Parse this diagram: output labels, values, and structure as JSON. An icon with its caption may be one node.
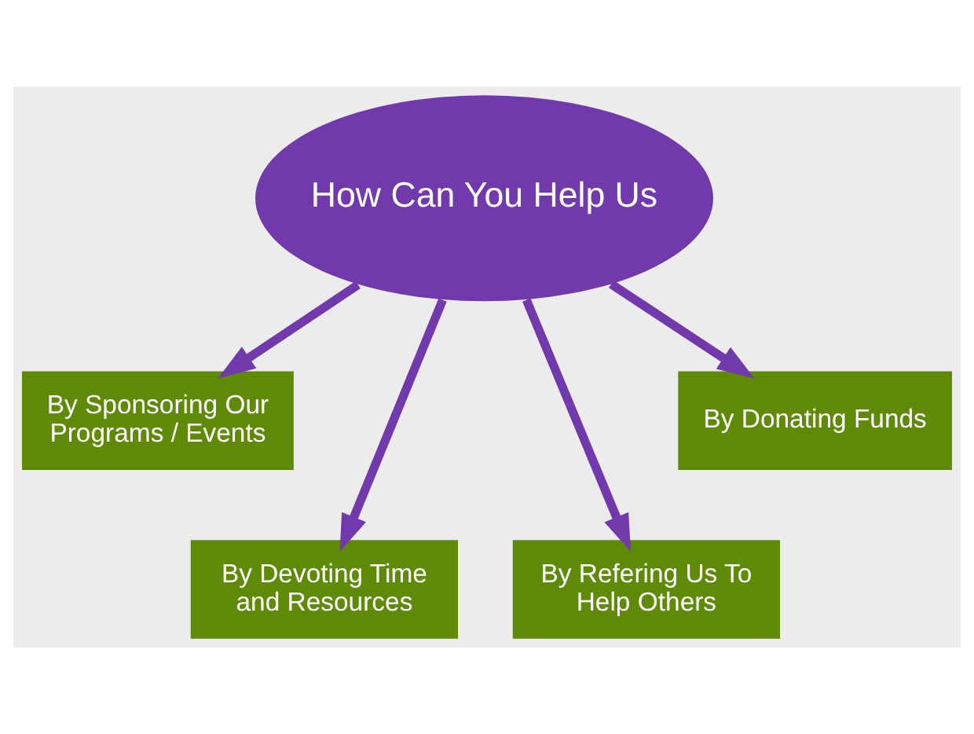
{
  "diagram": {
    "nodes": [
      {
        "text": [
          "How Can You Help Us"
        ]
      },
      {
        "text": [
          "By Sponsoring Our Programs / Events"
        ]
      },
      {
        "text": [
          "By Devoting Time and Resources"
        ]
      },
      {
        "text": [
          "By Refering Us To Help Others"
        ]
      },
      {
        "text": [
          "By Donating Funds"
        ]
      }
    ],
    "edges": [
      {
        "from": 0,
        "to": 1,
        "arrow": "to"
      },
      {
        "from": 0,
        "to": 2,
        "arrow": "to"
      },
      {
        "from": 0,
        "to": 3,
        "arrow": "to"
      },
      {
        "from": 0,
        "to": 4,
        "arrow": "to"
      }
    ]
  }
}
